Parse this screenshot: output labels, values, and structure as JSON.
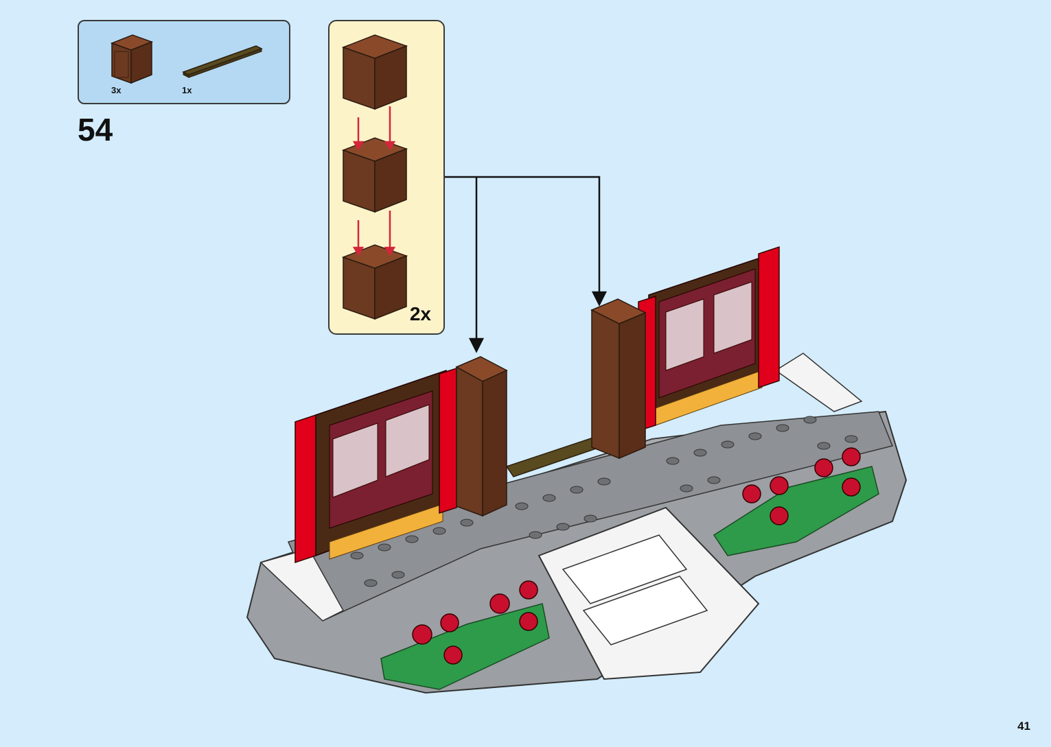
{
  "parts": [
    {
      "name": "brown-window-frame-brick",
      "qty": "3x"
    },
    {
      "name": "dark-brown-plate",
      "qty": "1x"
    }
  ],
  "step": {
    "number": "54"
  },
  "subassembly": {
    "multiplier": "2x"
  },
  "page": {
    "number": "41"
  },
  "colors": {
    "background": "#d4ecfb",
    "parts_box": "#b5d9f2",
    "sub_box": "#fdf3c9",
    "brown": "#6b3a20",
    "red": "#e0001b",
    "grey_baseplate": "#9c9fa3",
    "arrow_red": "#d4263b"
  }
}
